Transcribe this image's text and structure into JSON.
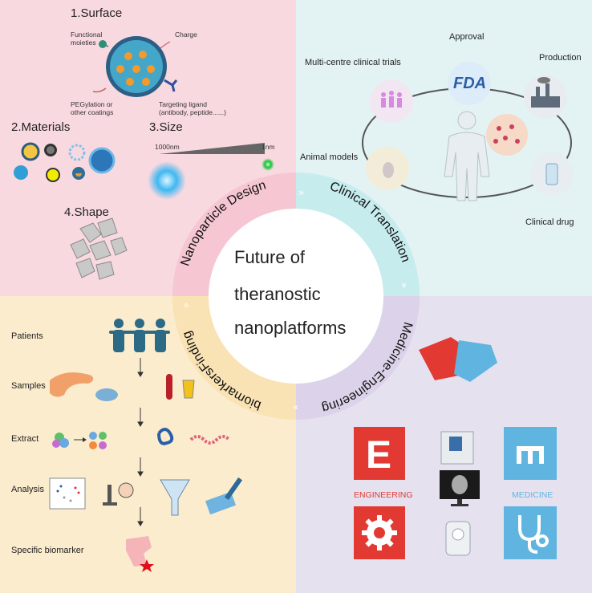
{
  "center": {
    "line1": "Future of",
    "line2": "theranostic",
    "line3": "nanoplatforms"
  },
  "ring": {
    "nanoparticle_design": "Nanoparticle Design",
    "clinical_translation": "Clinical Translation",
    "medicine_engineering": "Medicine-Engineering",
    "biomarker_finding": "biomarkersFinding"
  },
  "design": {
    "surface_title": "1.Surface",
    "functional_1": "Functional",
    "functional_2": "moieties",
    "charge": "Charge",
    "peg_1": "PEGylation or",
    "peg_2": "other coatings",
    "ligand_1": "Targeting ligand",
    "ligand_2": "(antibody, peptide......)",
    "materials_title": "2.Materials",
    "size_title": "3.Size",
    "size_large": "1000nm",
    "size_small": "1nm",
    "shape_title": "4.Shape"
  },
  "clinical": {
    "approval": "Approval",
    "production": "Production",
    "multi_centre": "Multi-centre clinical trials",
    "animal_models": "Animal models",
    "clinical_drug": "Clinical drug",
    "fda": "FDA"
  },
  "biomarker": {
    "patients": "Patients",
    "samples": "Samples",
    "extract": "Extract",
    "analysis": "Analysis",
    "specific": "Specific biomarker"
  },
  "engineering": {
    "eng_letter": "E",
    "eng_label": "ENGINEERING",
    "med_label": "MEDICINE"
  },
  "colors": {
    "pink": "#f9d9e0",
    "cyan": "#e3f3f3",
    "yellow": "#fbeccd",
    "lavender": "#e6e1ef",
    "red": "#e23a33",
    "blue": "#5fb4e0"
  }
}
